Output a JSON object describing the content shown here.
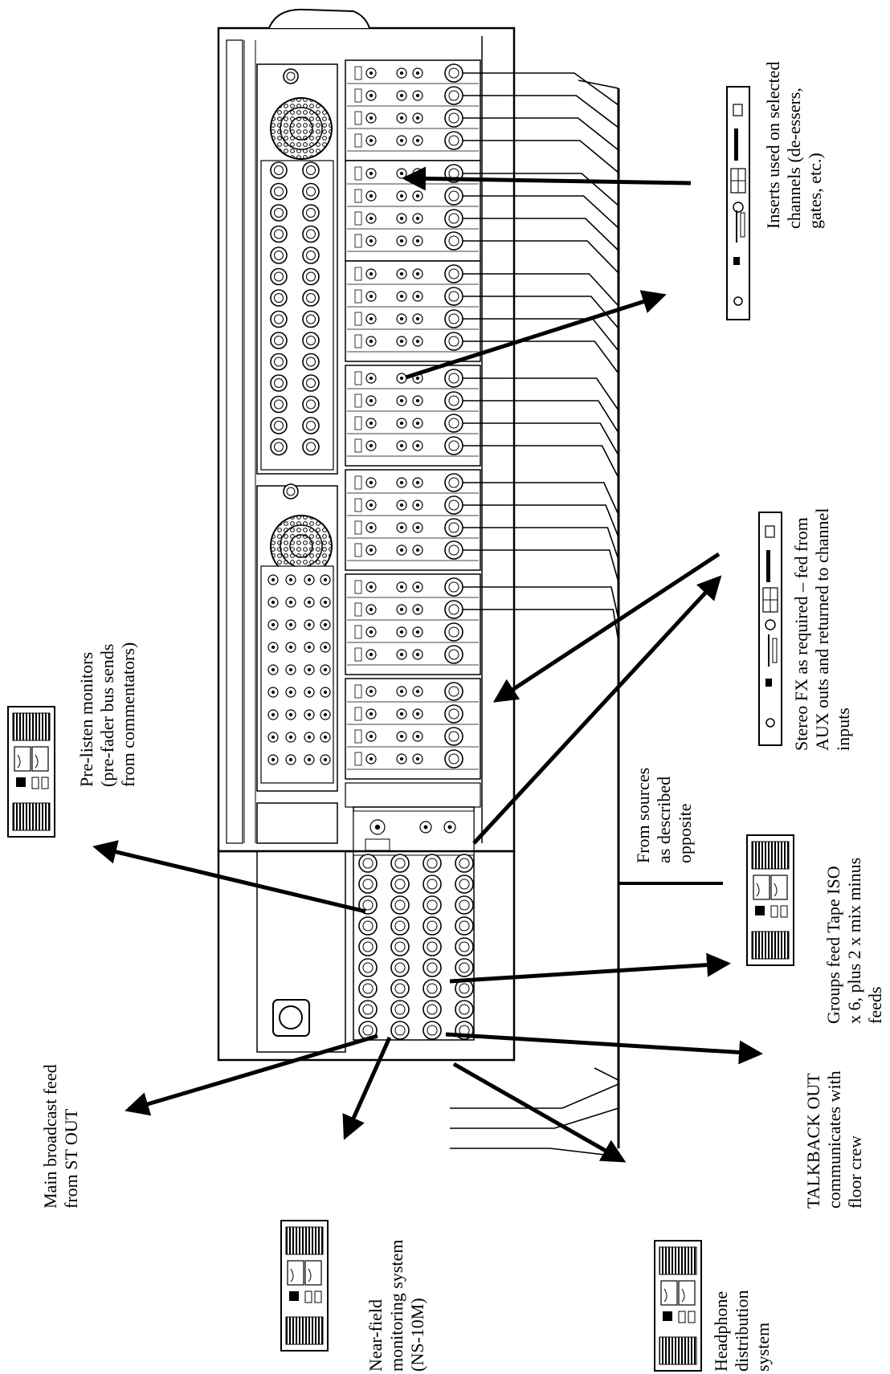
{
  "labels": {
    "inserts": {
      "lines": [
        "Inserts used on selected",
        "channels (de-essers,",
        "gates, etc.)"
      ]
    },
    "stereo_fx": {
      "lines": [
        "Stereo FX as required – fed from",
        "AUX outs and returned to channel",
        "inputs"
      ]
    },
    "prelisten": {
      "lines": [
        "Pre-listen monitors",
        "(pre-fader bus sends",
        "from commentators)"
      ]
    },
    "sources": {
      "lines": [
        "From sources",
        "as described",
        "opposite"
      ]
    },
    "groups": {
      "lines": [
        "Groups feed Tape ISO",
        "x 6, plus 2 x mix minus",
        "feeds"
      ]
    },
    "main_broadcast": {
      "lines": [
        "Main broadcast feed",
        "from ST OUT"
      ]
    },
    "talkback": {
      "lines": [
        "TALKBACK   OUT",
        "communicates with",
        "floor crew"
      ]
    },
    "nearfield": {
      "lines": [
        "Near-field",
        "monitoring system",
        "(NS-10M)"
      ]
    },
    "headphone": {
      "lines": [
        "Headphone",
        "distribution",
        "system"
      ]
    }
  },
  "device_icons": [
    "inserts-processor-icon",
    "stereo-fx-processor-icon",
    "prelisten-monitor-amp-icon",
    "tape-iso-recorder-icon",
    "nearfield-amp-icon",
    "headphone-amp-icon",
    "mixing-console-icon"
  ]
}
